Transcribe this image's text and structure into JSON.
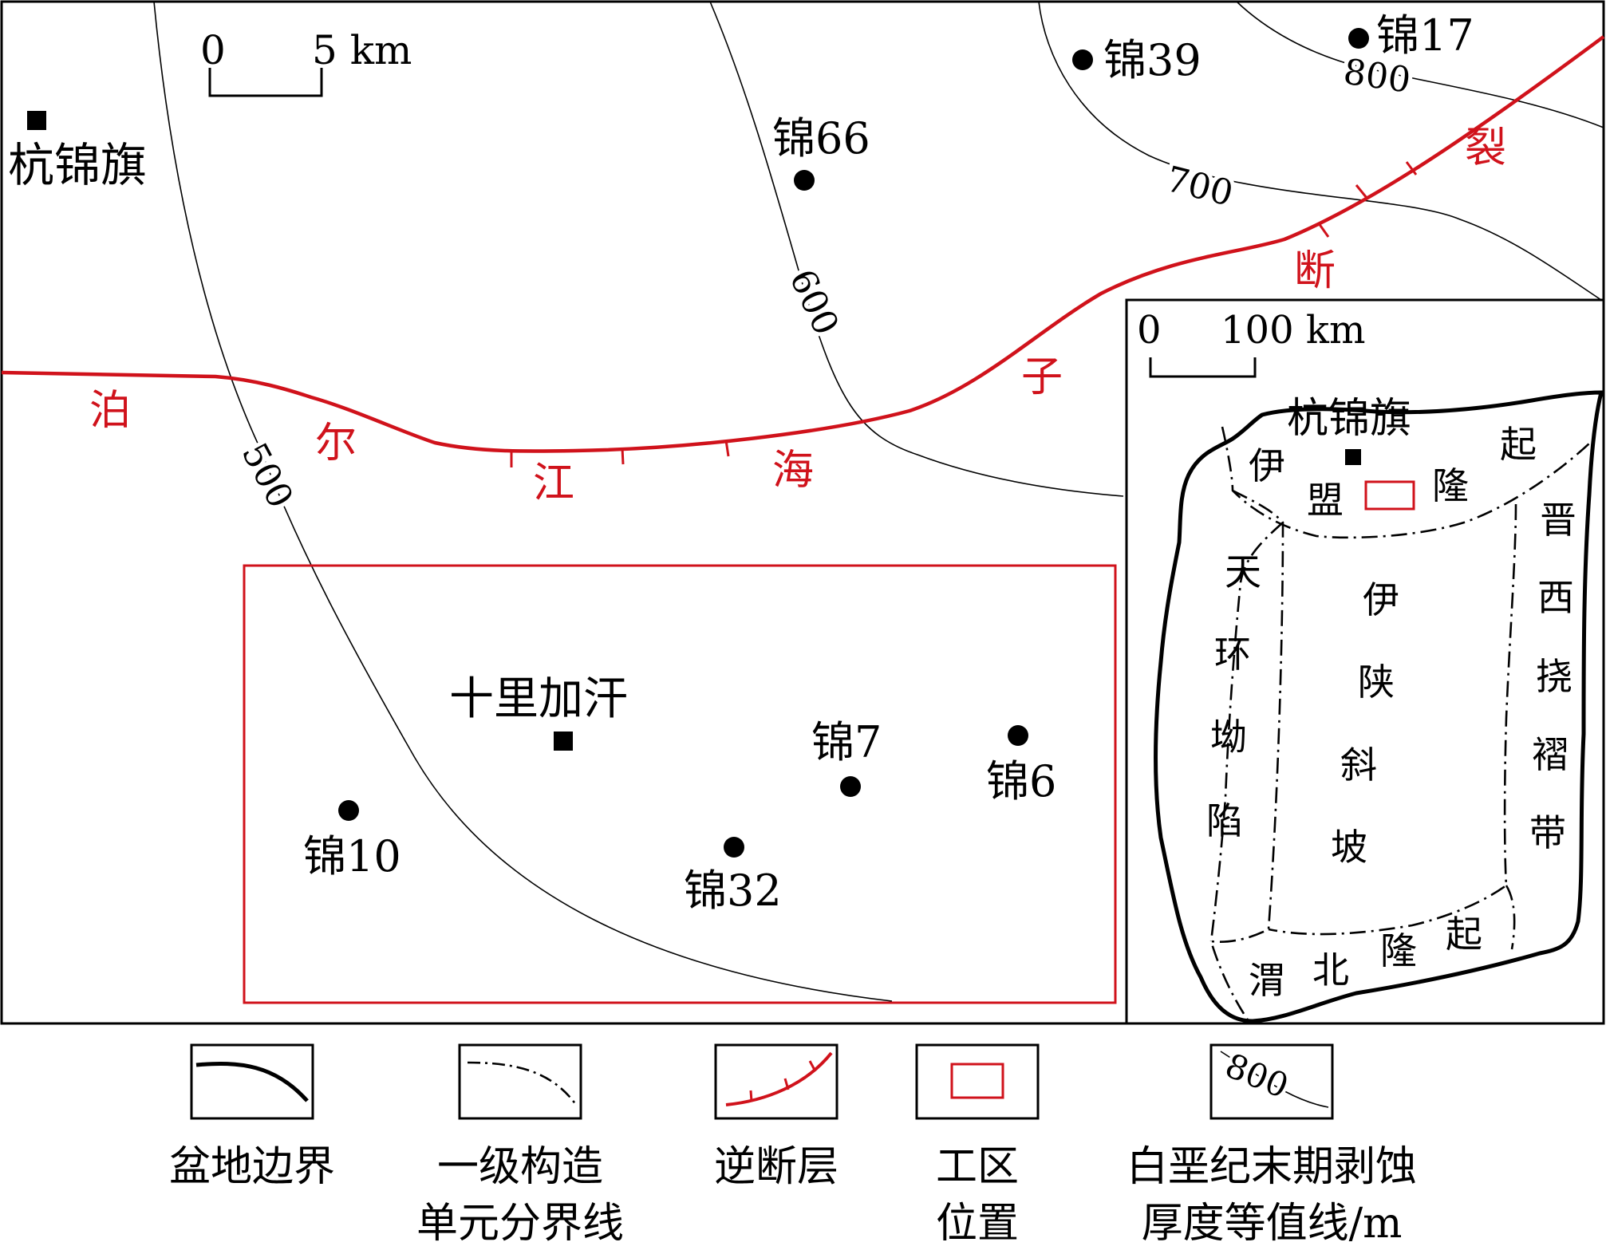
{
  "colors": {
    "ink": "#000000",
    "fault": "#d0121b",
    "work_area": "#d0121b",
    "background": "#ffffff"
  },
  "main_map": {
    "scale_bar": {
      "zero": "0",
      "end": "5 km"
    },
    "places": {
      "hangjinqi": "杭锦旗",
      "shilijiahan": "十里加汗"
    },
    "wells": {
      "j17": "锦17",
      "j39": "锦39",
      "j66": "锦66",
      "j7": "锦7",
      "j6": "锦6",
      "j10": "锦10",
      "j32": "锦32"
    },
    "contours": {
      "c500": "500",
      "c600": "600",
      "c700": "700",
      "c800": "800"
    },
    "fault_chars": [
      "泊",
      "尔",
      "江",
      "海",
      "子",
      "断",
      "裂"
    ]
  },
  "inset": {
    "scale_bar": {
      "zero": "0",
      "end": "100 km"
    },
    "place": "杭锦旗",
    "regions": {
      "yimeng": [
        "伊",
        "盟",
        "隆",
        "起"
      ],
      "tianhuan": [
        "天",
        "环",
        "坳",
        "陷"
      ],
      "yishan": [
        "伊",
        "陕",
        "斜",
        "坡"
      ],
      "jinxi": [
        "晋",
        "西",
        "挠",
        "褶",
        "带"
      ],
      "weibei": [
        "渭",
        "北",
        "隆",
        "起"
      ]
    }
  },
  "legend": {
    "basin_boundary": "盆地边界",
    "unit_boundary_l1": "一级构造",
    "unit_boundary_l2": "单元分界线",
    "thrust_fault": "逆断层",
    "work_area_l1": "工区",
    "work_area_l2": "位置",
    "isopach_sample": "800",
    "isopach_l1": "白垩纪末期剥蚀",
    "isopach_l2": "厚度等值线/m"
  }
}
